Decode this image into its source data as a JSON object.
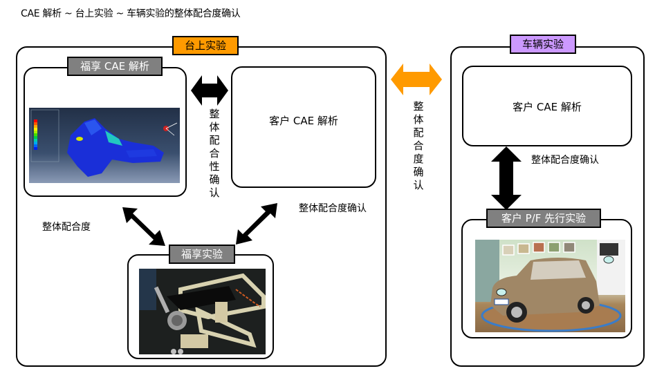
{
  "title": "CAE 解析 ~ 台上实验 ~ 车辆实验的整体配合度确认",
  "bench_test": {
    "label": "台上实验",
    "label_color": "#ff9a00",
    "fuxiang_cae": {
      "label": "福享 CAE 解析",
      "image": "fea-stress-contour-image"
    },
    "customer_cae": {
      "text": "客户 CAE 解析"
    },
    "fuxiang_test": {
      "label": "福享实验",
      "image": "test-rig-photo"
    },
    "arrow_cae_to_customer": {
      "label": "整体配合性确认",
      "color": "#000000"
    },
    "arrow_cae_to_test": {
      "label": "整体配合度",
      "color": "#000000"
    },
    "arrow_customer_to_test": {
      "label": "整体配合度确认",
      "color": "#000000"
    }
  },
  "center_link": {
    "label": "整体配合度确认",
    "color": "#ff9a00"
  },
  "vehicle_test": {
    "label": "车辆实验",
    "label_color": "#cc99ff",
    "customer_cae": {
      "text": "客户 CAE 解析"
    },
    "arrow_vertical": {
      "label": "整体配合度确认",
      "color": "#000000"
    },
    "customer_pf_test": {
      "label": "客户  P/F 先行实验",
      "image": "vehicle-photo"
    }
  },
  "tag_gray_color": "#808080"
}
